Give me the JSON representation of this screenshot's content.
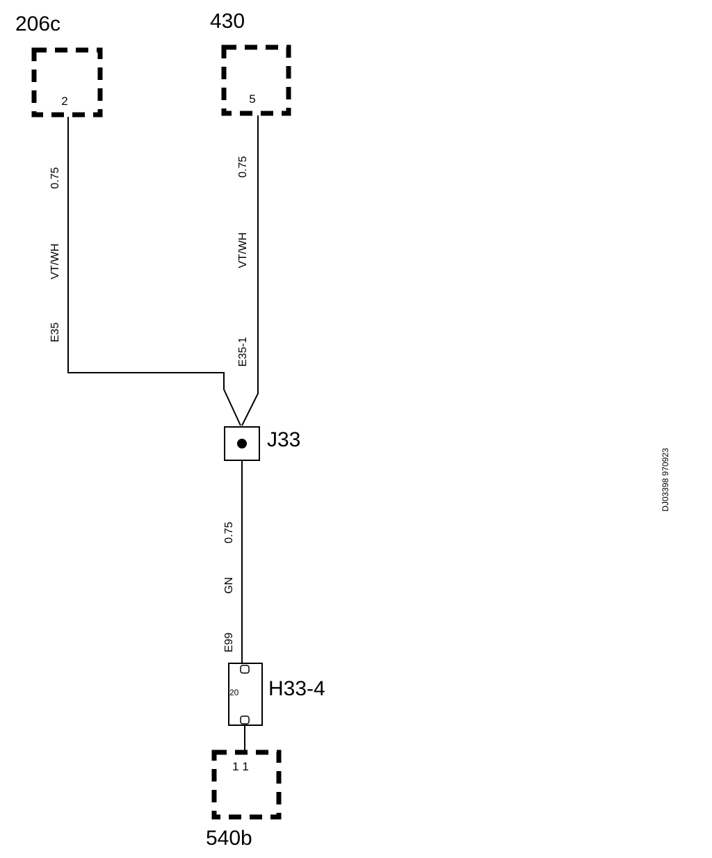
{
  "connectors": {
    "c206c": {
      "name": "206c",
      "pin": "2"
    },
    "c430": {
      "name": "430",
      "pin": "5"
    },
    "c540b": {
      "name": "540b",
      "pin": "1 1"
    }
  },
  "wires": {
    "left": {
      "size": "0.75",
      "color": "VT/WH",
      "id": "E35"
    },
    "right": {
      "size": "0.75",
      "color": "VT/WH",
      "id": "E35-1"
    },
    "lower": {
      "size": "0.75",
      "color": "GN",
      "id": "E99"
    }
  },
  "splice": {
    "name": "J33"
  },
  "fuse": {
    "name": "H33-4",
    "pin": "20"
  },
  "reference": "DJ03398 970923"
}
